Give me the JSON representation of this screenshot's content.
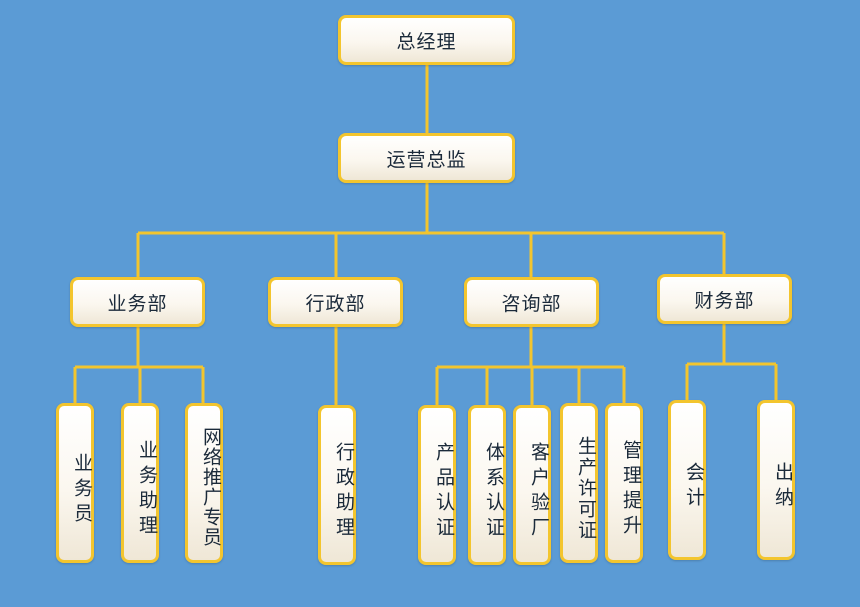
{
  "colors": {
    "background": "#5b9bd5",
    "connector": "#f3c52e",
    "box_border": "#f3c52e",
    "text": "#1b2a3a"
  },
  "nodes": {
    "ceo": "总经理",
    "ops_director": "运营总监",
    "departments": [
      {
        "name": "业务部",
        "roles": [
          "业务员",
          "业务助理",
          "网络推广专员"
        ]
      },
      {
        "name": "行政部",
        "roles": [
          "行政助理"
        ]
      },
      {
        "name": "咨询部",
        "roles": [
          "产品认证",
          "体系认证",
          "客户验厂",
          "生产许可证",
          "管理提升"
        ]
      },
      {
        "name": "财务部",
        "roles": [
          "会计",
          "出纳"
        ]
      }
    ]
  }
}
